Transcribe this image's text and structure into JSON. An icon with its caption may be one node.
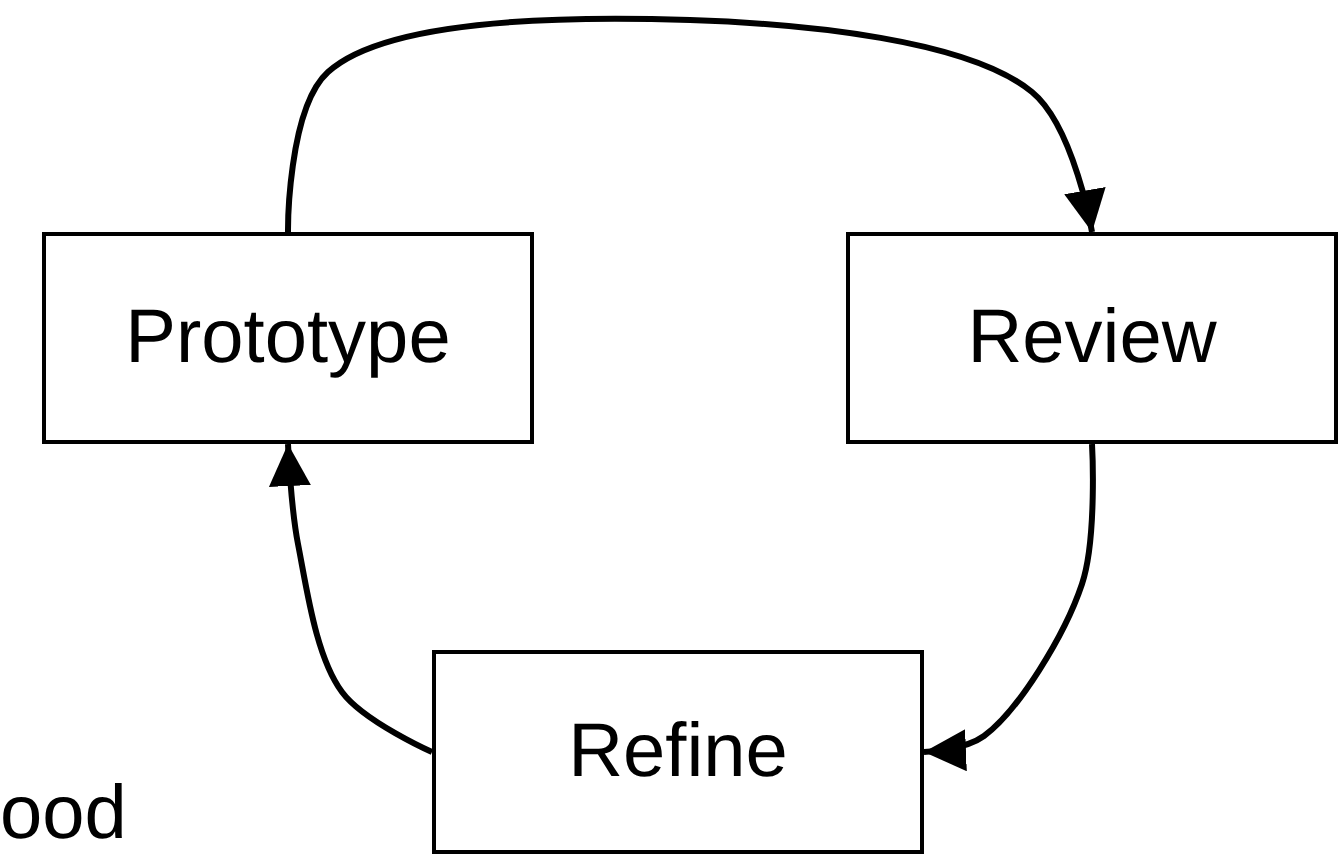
{
  "diagram": {
    "nodes": [
      {
        "text": [
          "Prototype"
        ]
      },
      {
        "text": [
          "Review"
        ]
      },
      {
        "text": [
          "Refine"
        ]
      }
    ],
    "edges": [
      {
        "from": 0,
        "to": 1,
        "arrow": "to"
      },
      {
        "from": 1,
        "to": 2,
        "arrow": "to"
      },
      {
        "from": 2,
        "to": 0,
        "arrow": "to"
      }
    ],
    "labels": [
      "ood"
    ]
  }
}
